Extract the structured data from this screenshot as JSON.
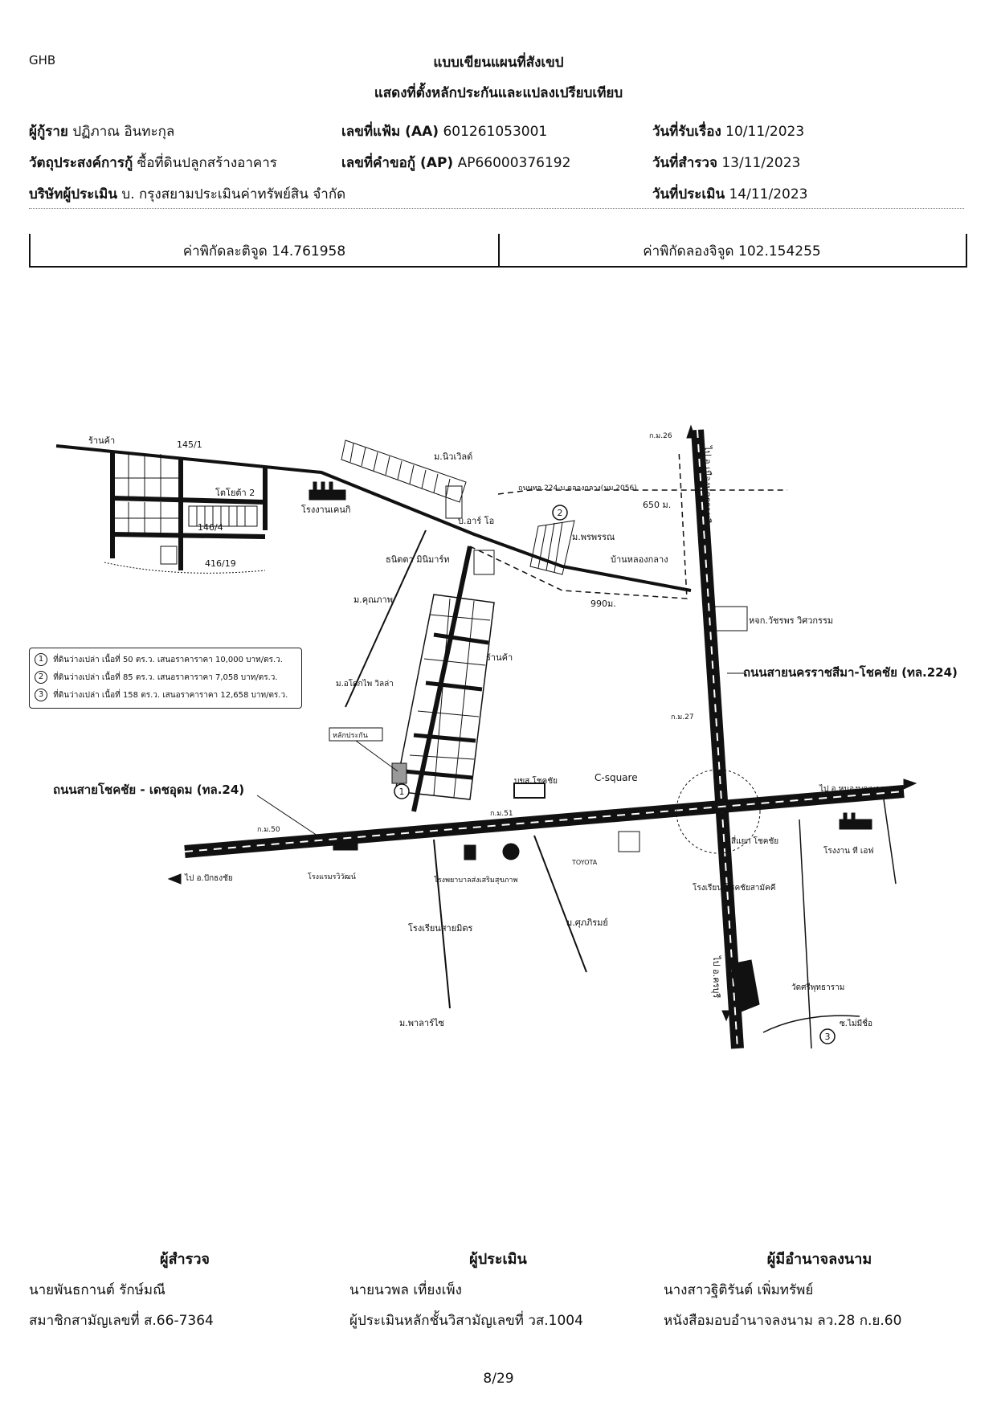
{
  "header": {
    "bank": "GHB",
    "title": "แบบเขียนแผนที่สังเขป",
    "subtitle": "แสดงที่ตั้งหลักประกันและแปลงเปรียบเทียบ"
  },
  "info": {
    "borrower_label": "ผู้กู้ราย",
    "borrower_value": "ปฏิภาณ อินทะกุล",
    "file_label": "เลขที่แฟ้ม (AA)",
    "file_value": "601261053001",
    "received_label": "วันที่รับเรื่อง",
    "received_value": "10/11/2023",
    "purpose_label": "วัตถุประสงค์การกู้",
    "purpose_value": "ซื้อที่ดินปลูกสร้างอาคาร",
    "request_label": "เลขที่คำขอกู้ (AP)",
    "request_value": "AP66000376192",
    "survey_label": "วันที่สำรวจ",
    "survey_value": "13/11/2023",
    "company_label": "บริษัทผู้ประเมิน",
    "company_value": "บ. กรุงสยามประเมินค่าทรัพย์สิน จำกัด",
    "appraisal_label": "วันที่ประเมิน",
    "appraisal_value": "14/11/2023"
  },
  "coords": {
    "lat": "ค่าพิกัดละติจูด 14.761958",
    "lon": "ค่าพิกัดลองจิจูด 102.154255"
  },
  "legend": [
    {
      "num": "1",
      "text": "ที่ดินว่างเปล่า เนื้อที่ 50 ตร.ว. เสนอราคาราคา 10,000 บาท/ตร.ว."
    },
    {
      "num": "2",
      "text": "ที่ดินว่างเปล่า เนื้อที่ 85 ตร.ว. เสนอราคาราคา 7,058 บาท/ตร.ว."
    },
    {
      "num": "3",
      "text": "ที่ดินว่างเปล่า เนื้อที่ 158 ตร.ว. เสนอราคาราคา 12,658 บาท/ตร.ว."
    }
  ],
  "map": {
    "shop": "ร้านค้า",
    "lot_145": "145/1",
    "lot_146": "146/4",
    "lot_416": "416/19",
    "toyota2": "โตโยต้า 2",
    "factory_tech": "โรงงานเคนกิ",
    "niwet": "ม.นิวเวิลด์",
    "road_link": "ถนนทล.224-บ.คลองกลาง(นม.2056)",
    "dist_650": "650 ม.",
    "artoi": "บ.อาร์ โอ",
    "porn": "ม.พรพรรณ",
    "khlong": "บ้านหลองกลาง",
    "dist_990": "990ม.",
    "mart": "ธนิตตา มินิมาร์ท",
    "kunnapap": "ม.คุณภาพ",
    "hchj": "หจก.วัชรพร วิศวกรรม",
    "rd224": "ถนนสายนครราชสีมา-โชคชัย (ทล.224)",
    "to_city": "ไป อ.เมืองนครราชสีมา",
    "km26": "ก.ม.26",
    "km27": "ก.ม.27",
    "home": "ร้านค้า",
    "ocean": "ม.อโศกไพ วิลล่า",
    "collateral": "หลักประกัน",
    "rd24": "ถนนสายโชคชัย - เดชอุดม (ทล.24)",
    "tofront": "ไป อ.ปักธงชัย",
    "bus": "บขส.โชคชัย",
    "csquare": "C-square",
    "km51": "ก.ม.51",
    "km50": "ก.ม.50",
    "toyota": "TOYOTA",
    "to_nong": "ไป อ.หนองบุญมาก",
    "factory_tf": "โรงงาน ที เอฟ",
    "intersection": "สี่แยก โชคชัย",
    "rmn": "โรงแรมรวิวัฒน์",
    "hospital": "โรงพยาบาลส่งเสริมสุขภาพ",
    "school_sai": "โรงเรียนสายมิตร",
    "school_chok": "โรงเรียน โชคชัยสามัคคี",
    "suksirom": "ม.ศุภภิรมย์",
    "to_krabuang": "ไป อ.ครบุรี",
    "wat": "วัดศรีพุทธาราม",
    "palasai": "ม.พาลาร์ไซ",
    "bang": "ซ.ไม่มีชื่อ"
  },
  "signatures": [
    {
      "title": "ผู้สำรวจ",
      "name": "นายพันธกานต์ รักษ์มณี",
      "detail": "สมาชิกสามัญเลขที่ ส.66-7364"
    },
    {
      "title": "ผู้ประเมิน",
      "name": "นายนวพล เที่ยงเพ็ง",
      "detail": "ผู้ประเมินหลักชั้นวิสามัญเลขที่ วส.1004"
    },
    {
      "title": "ผู้มีอำนาจลงนาม",
      "name": "นางสาวฐิติรันต์ เพิ่มทรัพย์",
      "detail": "หนังสือมอบอำนาจลงนาม ลว.28 ก.ย.60"
    }
  ],
  "page": "8/29"
}
